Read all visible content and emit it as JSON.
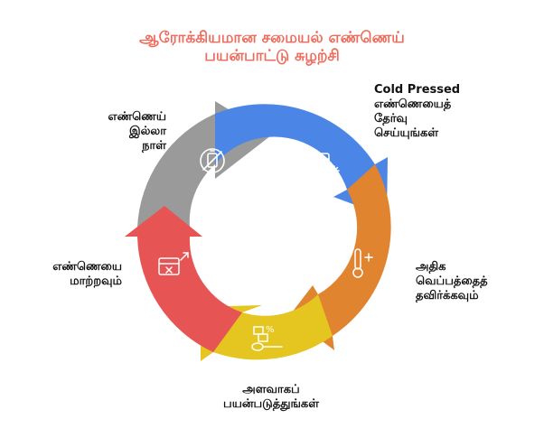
{
  "title": {
    "line1": "ஆரோக்கியமான சமையல் எண்ணெய்",
    "line2": "பயன்பாட்டு சுழற்சி"
  },
  "steps": [
    {
      "id": "cold-pressed",
      "lines": [
        "Cold Pressed",
        "எண்ணெயைத்",
        "தேர்வு",
        "செய்யுங்கள்"
      ],
      "color": "#4b86e6",
      "icon": "box-snowflake-icon"
    },
    {
      "id": "avoid-heat",
      "lines": [
        "அதிக",
        "வெப்பத்தைத்",
        "தவிர்க்கவும்"
      ],
      "color": "#e18430",
      "icon": "thermometer-plus-icon"
    },
    {
      "id": "use-sparingly",
      "lines": [
        "அளவாகப்",
        "பயன்படுத்துங்கள்"
      ],
      "color": "#e5c51f",
      "icon": "measuring-spoon-percent-icon"
    },
    {
      "id": "change-oil",
      "lines": [
        "எண்ணெயை",
        "மாற்றவும்"
      ],
      "color": "#e75454",
      "icon": "container-swap-icon"
    },
    {
      "id": "oil-free-day",
      "lines": [
        "எண்ணெய்",
        "இல்லா",
        "நாள்"
      ],
      "color": "#9a9a9a",
      "icon": "no-oil-bottle-icon"
    }
  ]
}
